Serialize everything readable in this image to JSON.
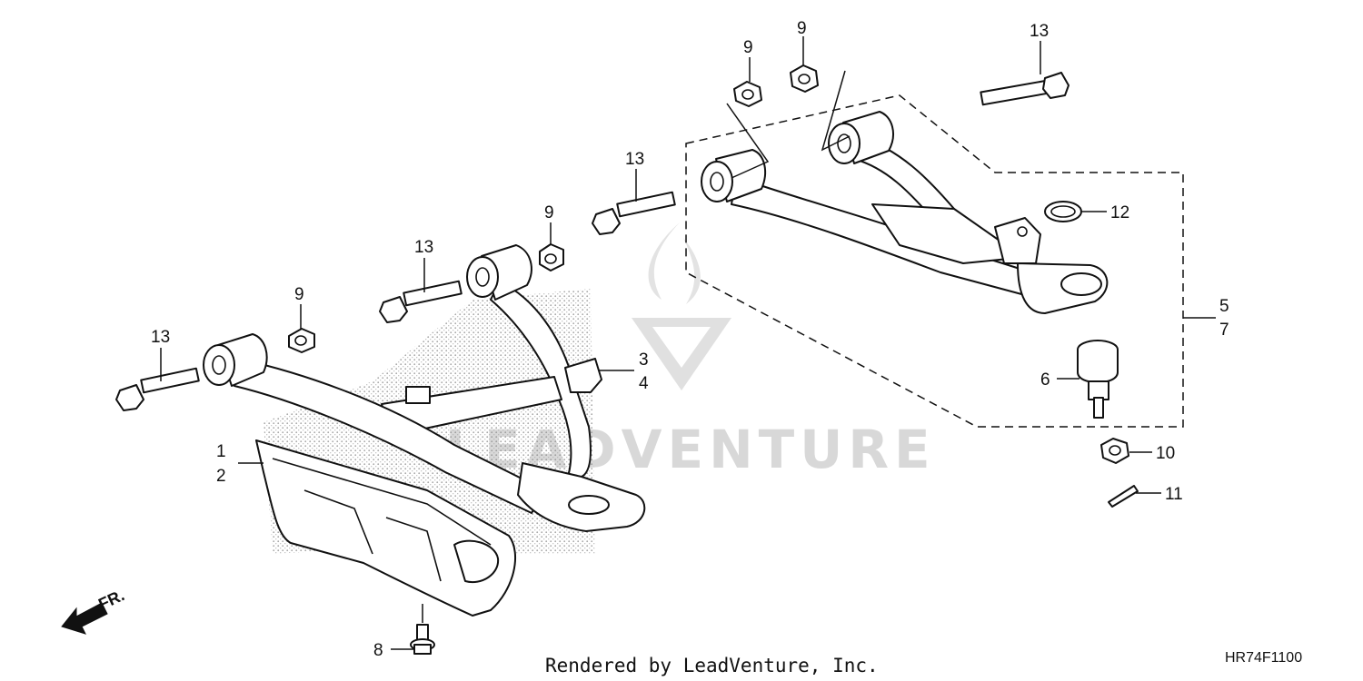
{
  "watermark": {
    "text": "LEADVENTURE"
  },
  "callouts": {
    "p1": "1",
    "p2": "2",
    "p3": "3",
    "p4": "4",
    "p5": "5",
    "p6": "6",
    "p7": "7",
    "p8": "8",
    "p9_a": "9",
    "p9_b": "9",
    "p9_c": "9",
    "p9_d": "9",
    "p10": "10",
    "p11": "11",
    "p12": "12",
    "p13_a": "13",
    "p13_b": "13",
    "p13_c": "13",
    "p13_d": "13"
  },
  "front_indicator": {
    "label": "FR."
  },
  "footer": {
    "credit": "Rendered by LeadVenture, Inc.",
    "diagram_code": "HR74F1100"
  }
}
